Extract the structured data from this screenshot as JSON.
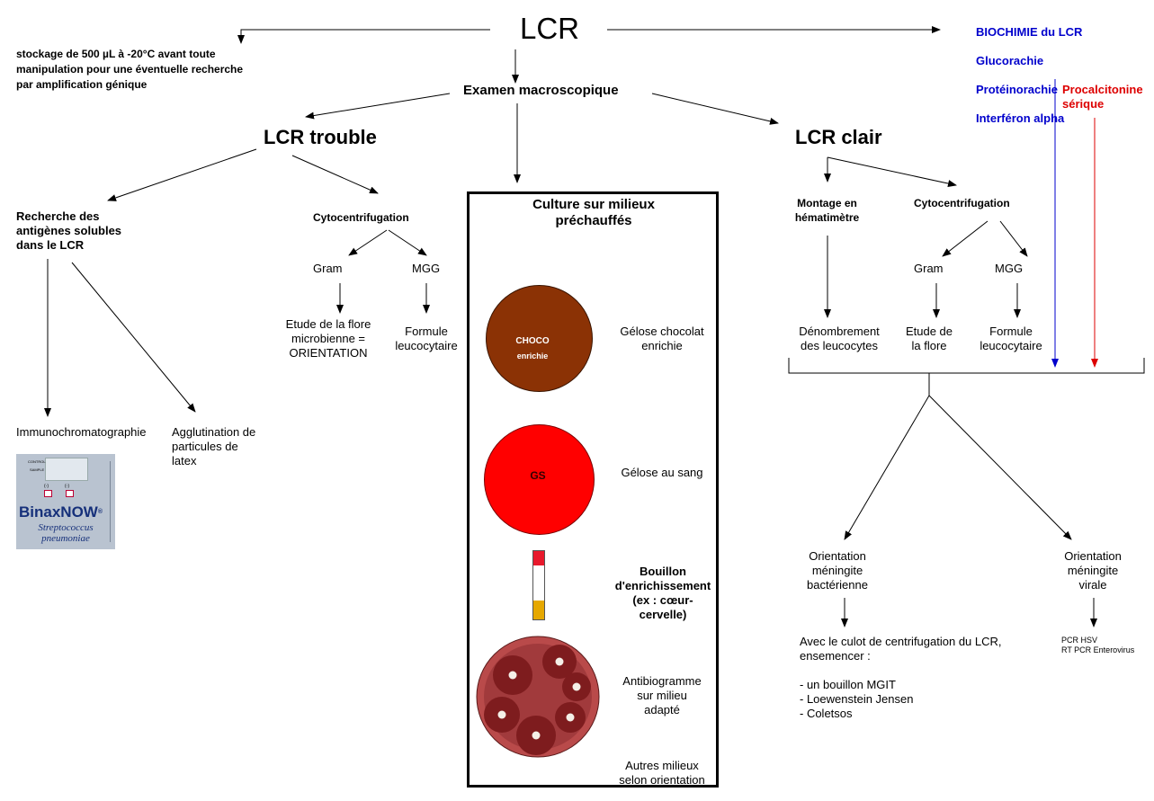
{
  "title": "LCR",
  "storage_note": "stockage de 500 µL à -20°C avant toute\nmanipulation pour une éventuelle recherche\npar amplification génique",
  "biochem": {
    "lines": [
      "BIOCHIMIE du LCR",
      "Glucorachie",
      "Protéinorachie",
      "Interféron alpha"
    ],
    "color": "#0000cc"
  },
  "procalcitonine": {
    "text": "Procalcitonine\nsérique",
    "color": "#dd0000"
  },
  "macro": "Examen macroscopique",
  "trouble": {
    "title": "LCR trouble",
    "antigens": "Recherche des\nantigènes solubles\ndans le LCR",
    "immuno": "Immunochromatographie",
    "latex": "Agglutination de\nparticules de\nlatex",
    "cyto": "Cytocentrifugation",
    "gram": "Gram",
    "mgg": "MGG",
    "flore": "Etude de la flore\nmicrobienne =\nORIENTATION",
    "formule": "Formule\nleucocytaire",
    "binax": {
      "control": "CONTROL",
      "sample": "SAMPLE",
      "minus": "(-)",
      "plus": "(-)",
      "brand": "BinaxNOW",
      "reg": "®",
      "species": "Streptococcus\npneumoniae"
    }
  },
  "culture": {
    "title": "Culture sur milieux\npréchauffés",
    "choco_label": "CHOCO",
    "choco_sub": "enrichie",
    "choco_desc": "Gélose chocolat\nenrichie",
    "gs_label": "GS",
    "gs_desc": "Gélose au sang",
    "bouillon": "Bouillon\nd'enrichissement\n(ex : cœur-\ncervelle)",
    "antibio": "Antibiogramme\nsur milieu\nadapté",
    "autres": "Autres milieux\nselon orientation"
  },
  "clair": {
    "title": "LCR clair",
    "montage": "Montage en\nhématimètre",
    "cyto": "Cytocentrifugation",
    "gram": "Gram",
    "mgg": "MGG",
    "denombrement": "Dénombrement\ndes leucocytes",
    "flore": "Etude de\nla flore",
    "formule": "Formule\nleucocytaire",
    "bacterial": "Orientation\nméningite\nbactérienne",
    "viral": "Orientation\nméningite\nvirale",
    "culot": "Avec le culot de centrifugation du LCR,\nensemencer :\n\n- un bouillon MGIT\n- Loewenstein Jensen\n- Coletsos",
    "pcr": "PCR HSV\nRT PCR Enterovirus"
  },
  "colors": {
    "choco": "#8b3205",
    "gs": "#ff0000",
    "blue_arrow": "#0000cc",
    "red_arrow": "#dd0000"
  }
}
